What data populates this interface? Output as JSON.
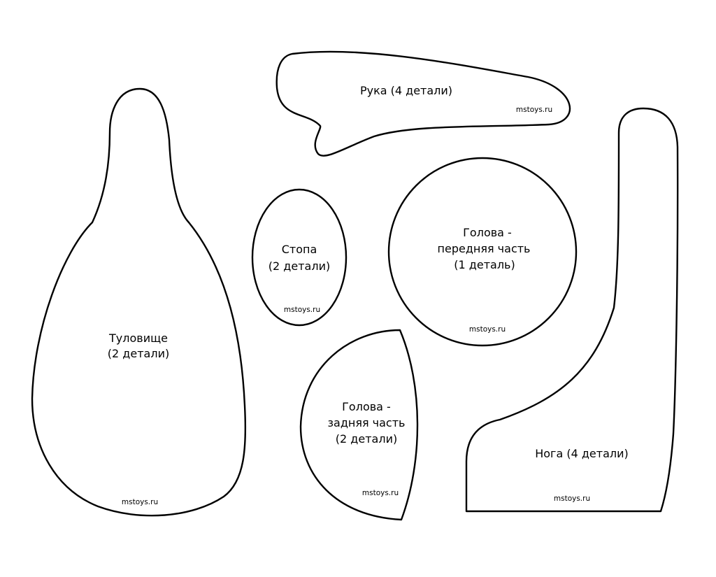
{
  "colors": {
    "background": "#ffffff",
    "outline": "#000000",
    "text": "#000000"
  },
  "pieces": {
    "arm": {
      "label": "Рука (4 детали)",
      "site": "mstoys.ru"
    },
    "body": {
      "label_line1": "Туловище",
      "label_line2": "(2 детали)",
      "site": "mstoys.ru"
    },
    "foot": {
      "label_line1": "Стопа",
      "label_line2": "(2 детали)",
      "site": "mstoys.ru"
    },
    "head_front": {
      "label_line1": "Голова -",
      "label_line2": "передняя часть",
      "label_line3": "(1 деталь)",
      "site": "mstoys.ru"
    },
    "head_back": {
      "label_line1": "Голова -",
      "label_line2": "задняя часть",
      "label_line3": "(2 детали)",
      "site": "mstoys.ru"
    },
    "leg": {
      "label": "Нога (4 детали)",
      "site": "mstoys.ru"
    }
  }
}
